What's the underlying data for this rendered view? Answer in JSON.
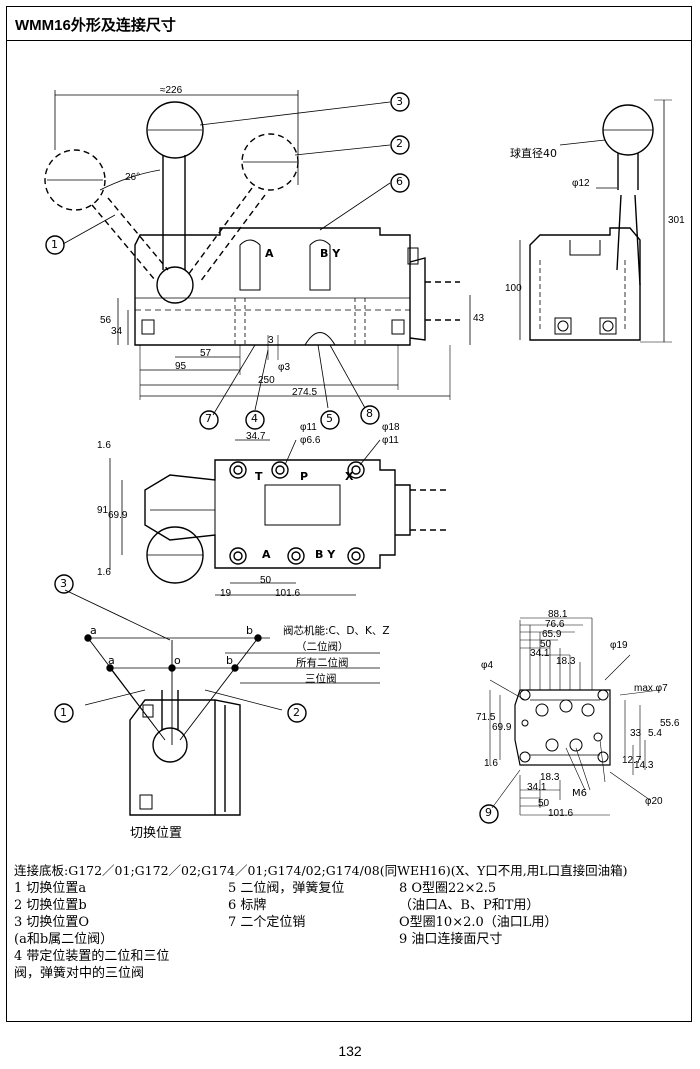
{
  "title": "WMM16外形及连接尺寸",
  "page_number": "132",
  "top_view": {
    "approx_226": "≈226",
    "angle_26": "26°",
    "dim_56": "56",
    "dim_34": "34",
    "dim_43": "43",
    "dim_57": "57",
    "dim_95": "95",
    "dim_3": "3",
    "phi_3": "φ3",
    "dim_250": "250",
    "dim_274_5": "274.5",
    "port_a": "A",
    "port_by": "B Y",
    "c1": "1",
    "c2": "2",
    "c3": "3",
    "c4": "4",
    "c5": "5",
    "c6": "6",
    "c7": "7",
    "c8": "8"
  },
  "side_view": {
    "ball_diameter": "球直径40",
    "phi_12": "φ12",
    "dim_301": "301",
    "dim_100": "100"
  },
  "plan_view": {
    "dim_1_6_top": "1.6",
    "dim_1_6_bot": "1.6",
    "dim_34_7": "34.7",
    "phi_11_a": "φ11",
    "phi_6_6": "φ6.6",
    "phi_18": "φ18",
    "phi_11_b": "φ11",
    "dim_91": "91",
    "dim_69_9": "69.9",
    "port_t": "T",
    "port_p": "P",
    "port_x": "X",
    "port_a": "A",
    "port_by": "B Y",
    "dim_50": "50",
    "dim_19": "19",
    "dim_101_6": "101.6"
  },
  "switch_view": {
    "c3": "3",
    "c1": "1",
    "c2": "2",
    "a_upper": "a",
    "b_upper": "b",
    "a_lower": "a",
    "o_lower": "o",
    "b_lower": "b",
    "spool_types": "阀芯机能:C、D、K、Z",
    "two_position": "（二位阀）",
    "all_two": "所有二位阀",
    "three_pos": "三位阀",
    "caption": "切换位置"
  },
  "port_view": {
    "dim_88_1": "88.1",
    "dim_76_6": "76.6",
    "dim_65_9": "65.9",
    "dim_50": "50",
    "dim_34_1_top": "34.1",
    "dim_18_3_top": "18.3",
    "phi_19": "φ19",
    "phi_4": "φ4",
    "max_phi_7": "max φ7",
    "dim_71_5": "71.5",
    "dim_69_9": "69.9",
    "dim_33": "33",
    "dim_54": "5.4",
    "dim_55_6": "55.6",
    "dim_12_7": "12.7",
    "dim_14_3": "14.3",
    "dim_1_6": "1.6",
    "dim_18_3_bot": "18.3",
    "dim_34_1_bot": "34.1",
    "m6": "M6",
    "dim_50_bot": "50",
    "dim_101_6": "101.6",
    "phi_20": "φ20",
    "c9": "9"
  },
  "notes": {
    "base_plate": "连接底板:G172／01;G172／02;G174／01;G174/02;G174/08(同WEH16)(X、Y口不用,用L口直接回油箱)",
    "col1": [
      "1 切换位置a",
      "2 切换位置b",
      "3 切换位置O",
      "(a和b属二位阀）",
      "4 带定位装置的二位和三位",
      "   阀，弹簧对中的三位阀"
    ],
    "col2": [
      "5 二位阀，弹簧复位",
      "6 标牌",
      "7  二个定位销"
    ],
    "col3": [
      "8 O型圈22×2.5",
      "  （油口A、B、P和T用）",
      "    O型圈10×2.0（油口L用）",
      "9  油口连接面尺寸"
    ]
  }
}
